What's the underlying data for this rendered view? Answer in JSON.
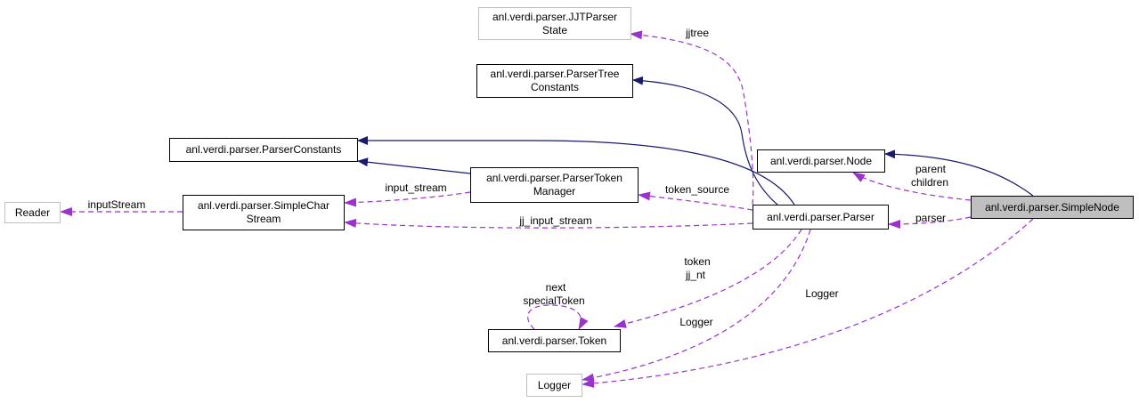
{
  "colors": {
    "inheritance": "#191970",
    "usage": "#9a32cd",
    "node_border": "#000000",
    "external_border": "#bfbfbf",
    "focus_fill": "#bfbfbf"
  },
  "nodes": {
    "jjt_parser_state": {
      "lines": [
        "anl.verdi.parser.JJTParser",
        "State"
      ]
    },
    "parser_tree_constants": {
      "lines": [
        "anl.verdi.parser.ParserTree",
        "Constants"
      ]
    },
    "parser_constants": {
      "lines": [
        "anl.verdi.parser.ParserConstants"
      ]
    },
    "node": {
      "lines": [
        "anl.verdi.parser.Node"
      ]
    },
    "reader": {
      "lines": [
        "Reader"
      ]
    },
    "simple_char_stream": {
      "lines": [
        "anl.verdi.parser.SimpleChar",
        "Stream"
      ]
    },
    "parser_token_manager": {
      "lines": [
        "anl.verdi.parser.ParserToken",
        "Manager"
      ]
    },
    "parser": {
      "lines": [
        "anl.verdi.parser.Parser"
      ]
    },
    "simple_node": {
      "lines": [
        "anl.verdi.parser.SimpleNode"
      ]
    },
    "token": {
      "lines": [
        "anl.verdi.parser.Token"
      ]
    },
    "logger": {
      "lines": [
        "Logger"
      ]
    }
  },
  "edge_labels": {
    "jjtree": "jjtree",
    "parent_children": [
      "parent",
      "children"
    ],
    "input_stream": "input_stream",
    "token_source": "token_source",
    "input_stream_reader": "inputStream",
    "jj_input_stream": "jj_input_stream",
    "parser": "parser",
    "token_jj_nt": [
      "token",
      "jj_nt"
    ],
    "next_special_token": [
      "next",
      "specialToken"
    ],
    "logger_from_parser": "Logger",
    "logger_from_simple_node": "Logger"
  }
}
